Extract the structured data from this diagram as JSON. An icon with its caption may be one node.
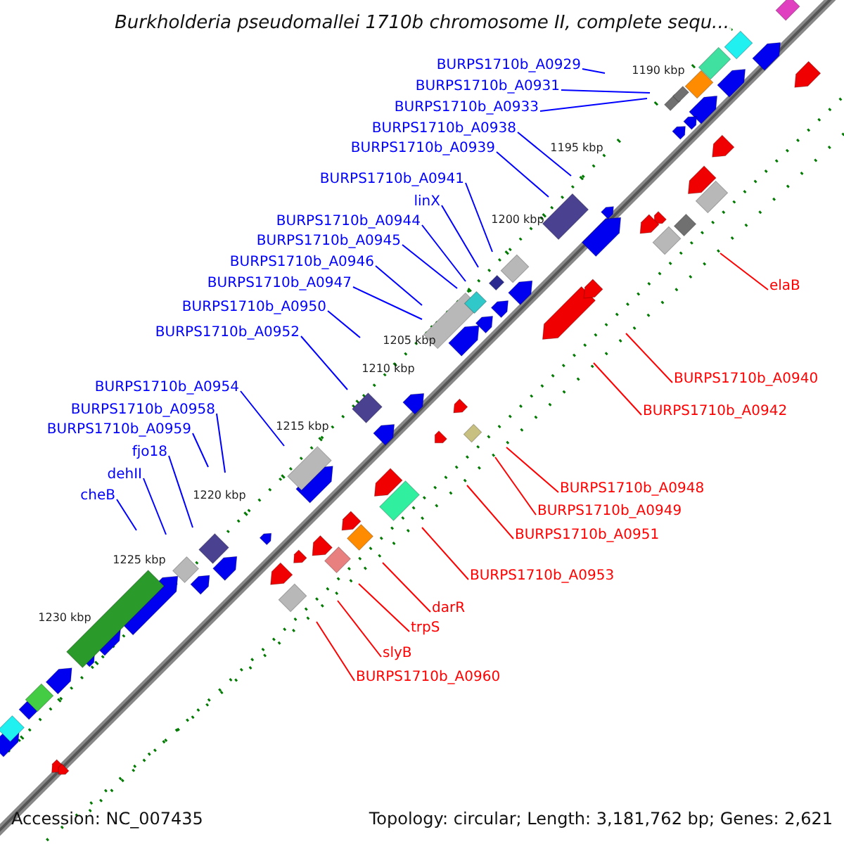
{
  "diagram": {
    "title": "Burkholderia pseudomallei 1710b chromosome II, complete sequ...",
    "nodes": [
      {
        "text": [
          "BURPS1710b_A0929"
        ]
      },
      {
        "text": [
          "BURPS1710b_A0931"
        ]
      },
      {
        "text": [
          "BURPS1710b_A0933"
        ]
      },
      {
        "text": [
          "BURPS1710b_A0938"
        ]
      },
      {
        "text": [
          "BURPS1710b_A0939"
        ]
      },
      {
        "text": [
          "BURPS1710b_A0941"
        ]
      },
      {
        "text": [
          "linX"
        ]
      },
      {
        "text": [
          "BURPS1710b_A0944"
        ]
      },
      {
        "text": [
          "BURPS1710b_A0945"
        ]
      },
      {
        "text": [
          "BURPS1710b_A0946"
        ]
      },
      {
        "text": [
          "BURPS1710b_A0947"
        ]
      },
      {
        "text": [
          "BURPS1710b_A0950"
        ]
      },
      {
        "text": [
          "BURPS1710b_A0952"
        ]
      },
      {
        "text": [
          "BURPS1710b_A0954"
        ]
      },
      {
        "text": [
          "BURPS1710b_A0958"
        ]
      },
      {
        "text": [
          "BURPS1710b_A0959"
        ]
      },
      {
        "text": [
          "fjo18"
        ]
      },
      {
        "text": [
          "dehII"
        ]
      },
      {
        "text": [
          "cheB"
        ]
      },
      {
        "text": [
          "elaB"
        ]
      },
      {
        "text": [
          "BURPS1710b_A0940"
        ]
      },
      {
        "text": [
          "BURPS1710b_A0942"
        ]
      },
      {
        "text": [
          "BURPS1710b_A0948"
        ]
      },
      {
        "text": [
          "BURPS1710b_A0949"
        ]
      },
      {
        "text": [
          "BURPS1710b_A0951"
        ]
      },
      {
        "text": [
          "BURPS1710b_A0953"
        ]
      },
      {
        "text": [
          "darR"
        ]
      },
      {
        "text": [
          "trpS"
        ]
      },
      {
        "text": [
          "slyB"
        ]
      },
      {
        "text": [
          "BURPS1710b_A0960"
        ]
      }
    ],
    "edges": [
      {
        "from": 0,
        "to": null,
        "arrow": "none"
      },
      {
        "from": 1,
        "to": null,
        "arrow": "none"
      },
      {
        "from": 2,
        "to": null,
        "arrow": "none"
      },
      {
        "from": 3,
        "to": null,
        "arrow": "none"
      },
      {
        "from": 4,
        "to": null,
        "arrow": "none"
      },
      {
        "from": 5,
        "to": null,
        "arrow": "none"
      },
      {
        "from": 6,
        "to": null,
        "arrow": "none"
      },
      {
        "from": 7,
        "to": null,
        "arrow": "none"
      },
      {
        "from": 8,
        "to": null,
        "arrow": "none"
      },
      {
        "from": 9,
        "to": null,
        "arrow": "none"
      },
      {
        "from": 10,
        "to": null,
        "arrow": "none"
      },
      {
        "from": 11,
        "to": null,
        "arrow": "none"
      },
      {
        "from": 12,
        "to": null,
        "arrow": "none"
      },
      {
        "from": 13,
        "to": null,
        "arrow": "none"
      },
      {
        "from": 14,
        "to": null,
        "arrow": "none"
      },
      {
        "from": 15,
        "to": null,
        "arrow": "none"
      },
      {
        "from": 16,
        "to": null,
        "arrow": "none"
      },
      {
        "from": 17,
        "to": null,
        "arrow": "none"
      },
      {
        "from": 18,
        "to": null,
        "arrow": "none"
      },
      {
        "from": 19,
        "to": null,
        "arrow": "none",
        "color": "#ff0000"
      },
      {
        "from": 20,
        "to": null,
        "arrow": "none",
        "color": "#ff0000"
      },
      {
        "from": 21,
        "to": null,
        "arrow": "none",
        "color": "#ff0000"
      },
      {
        "from": 22,
        "to": null,
        "arrow": "none",
        "color": "#ff0000"
      },
      {
        "from": 23,
        "to": null,
        "arrow": "none",
        "color": "#ff0000"
      },
      {
        "from": 24,
        "to": null,
        "arrow": "none",
        "color": "#ff0000"
      },
      {
        "from": 25,
        "to": null,
        "arrow": "none",
        "color": "#ff0000"
      },
      {
        "from": 26,
        "to": null,
        "arrow": "none",
        "color": "#ff0000"
      },
      {
        "from": 27,
        "to": null,
        "arrow": "none",
        "color": "#ff0000"
      },
      {
        "from": 28,
        "to": null,
        "arrow": "none",
        "color": "#ff0000"
      },
      {
        "from": 29,
        "to": null,
        "arrow": "none",
        "color": "#ff0000"
      }
    ],
    "labels": [
      "1190 kbp",
      "1195 kbp",
      "1200 kbp",
      "1205 kbp",
      "1210 kbp",
      "1215 kbp",
      "1220 kbp",
      "1225 kbp",
      "1230 kbp",
      "Accession: NC_007435",
      "Topology: circular; Length: 3,181,762 bp; Genes: 2,621"
    ]
  }
}
